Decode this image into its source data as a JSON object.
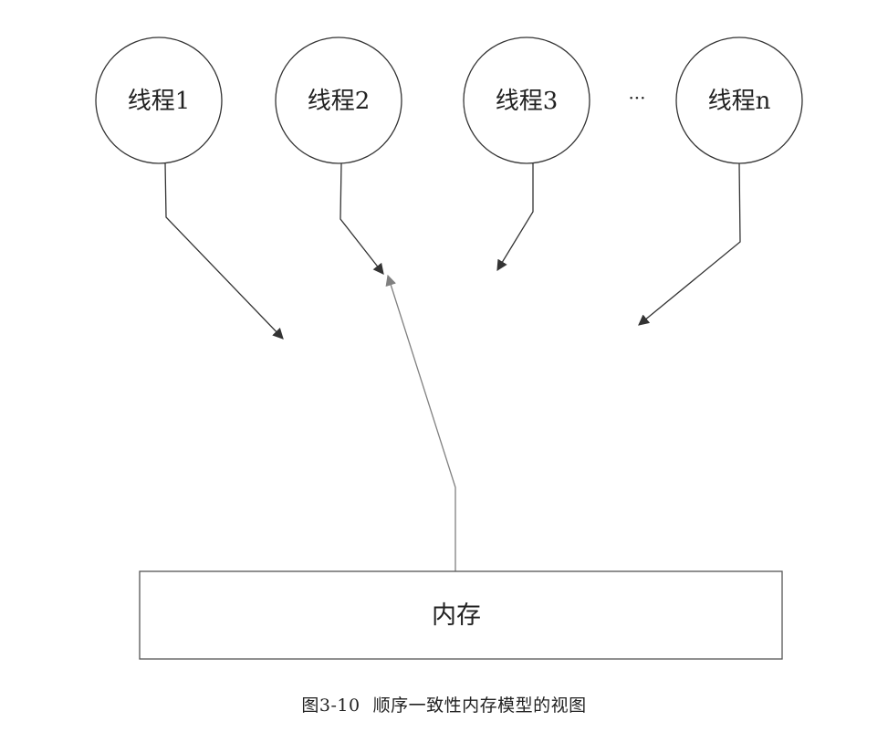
{
  "threads": [
    {
      "label": "线程1"
    },
    {
      "label": "线程2"
    },
    {
      "label": "线程3"
    },
    {
      "label": "线程n"
    }
  ],
  "ellipsis": "···",
  "memory": {
    "label": "内存"
  },
  "caption": {
    "figure": "图3-10",
    "text": "顺序一致性内存模型的视图"
  },
  "colors": {
    "stroke": "#333333",
    "arrow_up": "#7a7a7a",
    "box": "#555555"
  }
}
